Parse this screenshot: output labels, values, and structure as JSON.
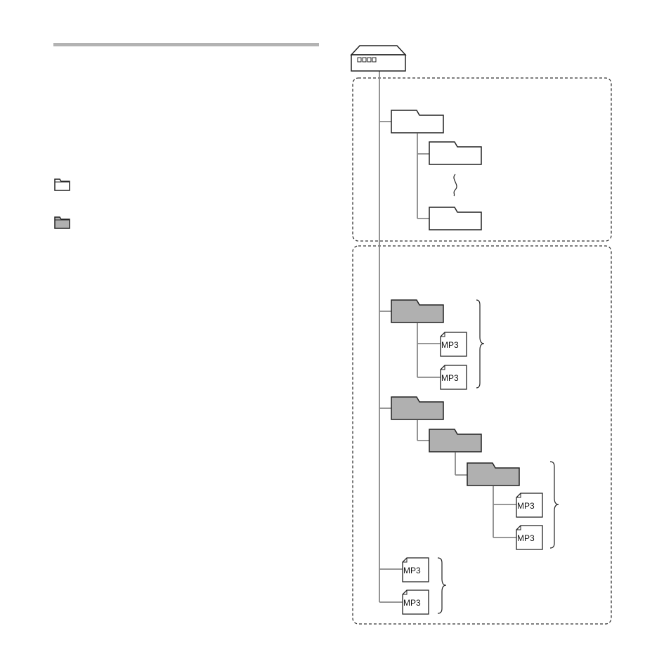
{
  "colors": {
    "rule": "#b3b3b3",
    "stroke": "#222222",
    "connector": "#888888",
    "folder_open": "#ffffff",
    "folder_filled": "#b0b0b0",
    "dashed_border": "#333333"
  },
  "legend": {
    "items": [
      {
        "icon": "empty-folder-icon",
        "fill": "folder_open"
      },
      {
        "icon": "filled-folder-icon",
        "fill": "folder_filled"
      }
    ]
  },
  "tree": {
    "device_icon": "recorder-device-icon",
    "upper_group": {
      "folder_icon": "empty-folder-icon",
      "continuation_icon": "wavy-ellipsis-icon"
    },
    "lower_group": {
      "file_label": "MP3"
    }
  }
}
